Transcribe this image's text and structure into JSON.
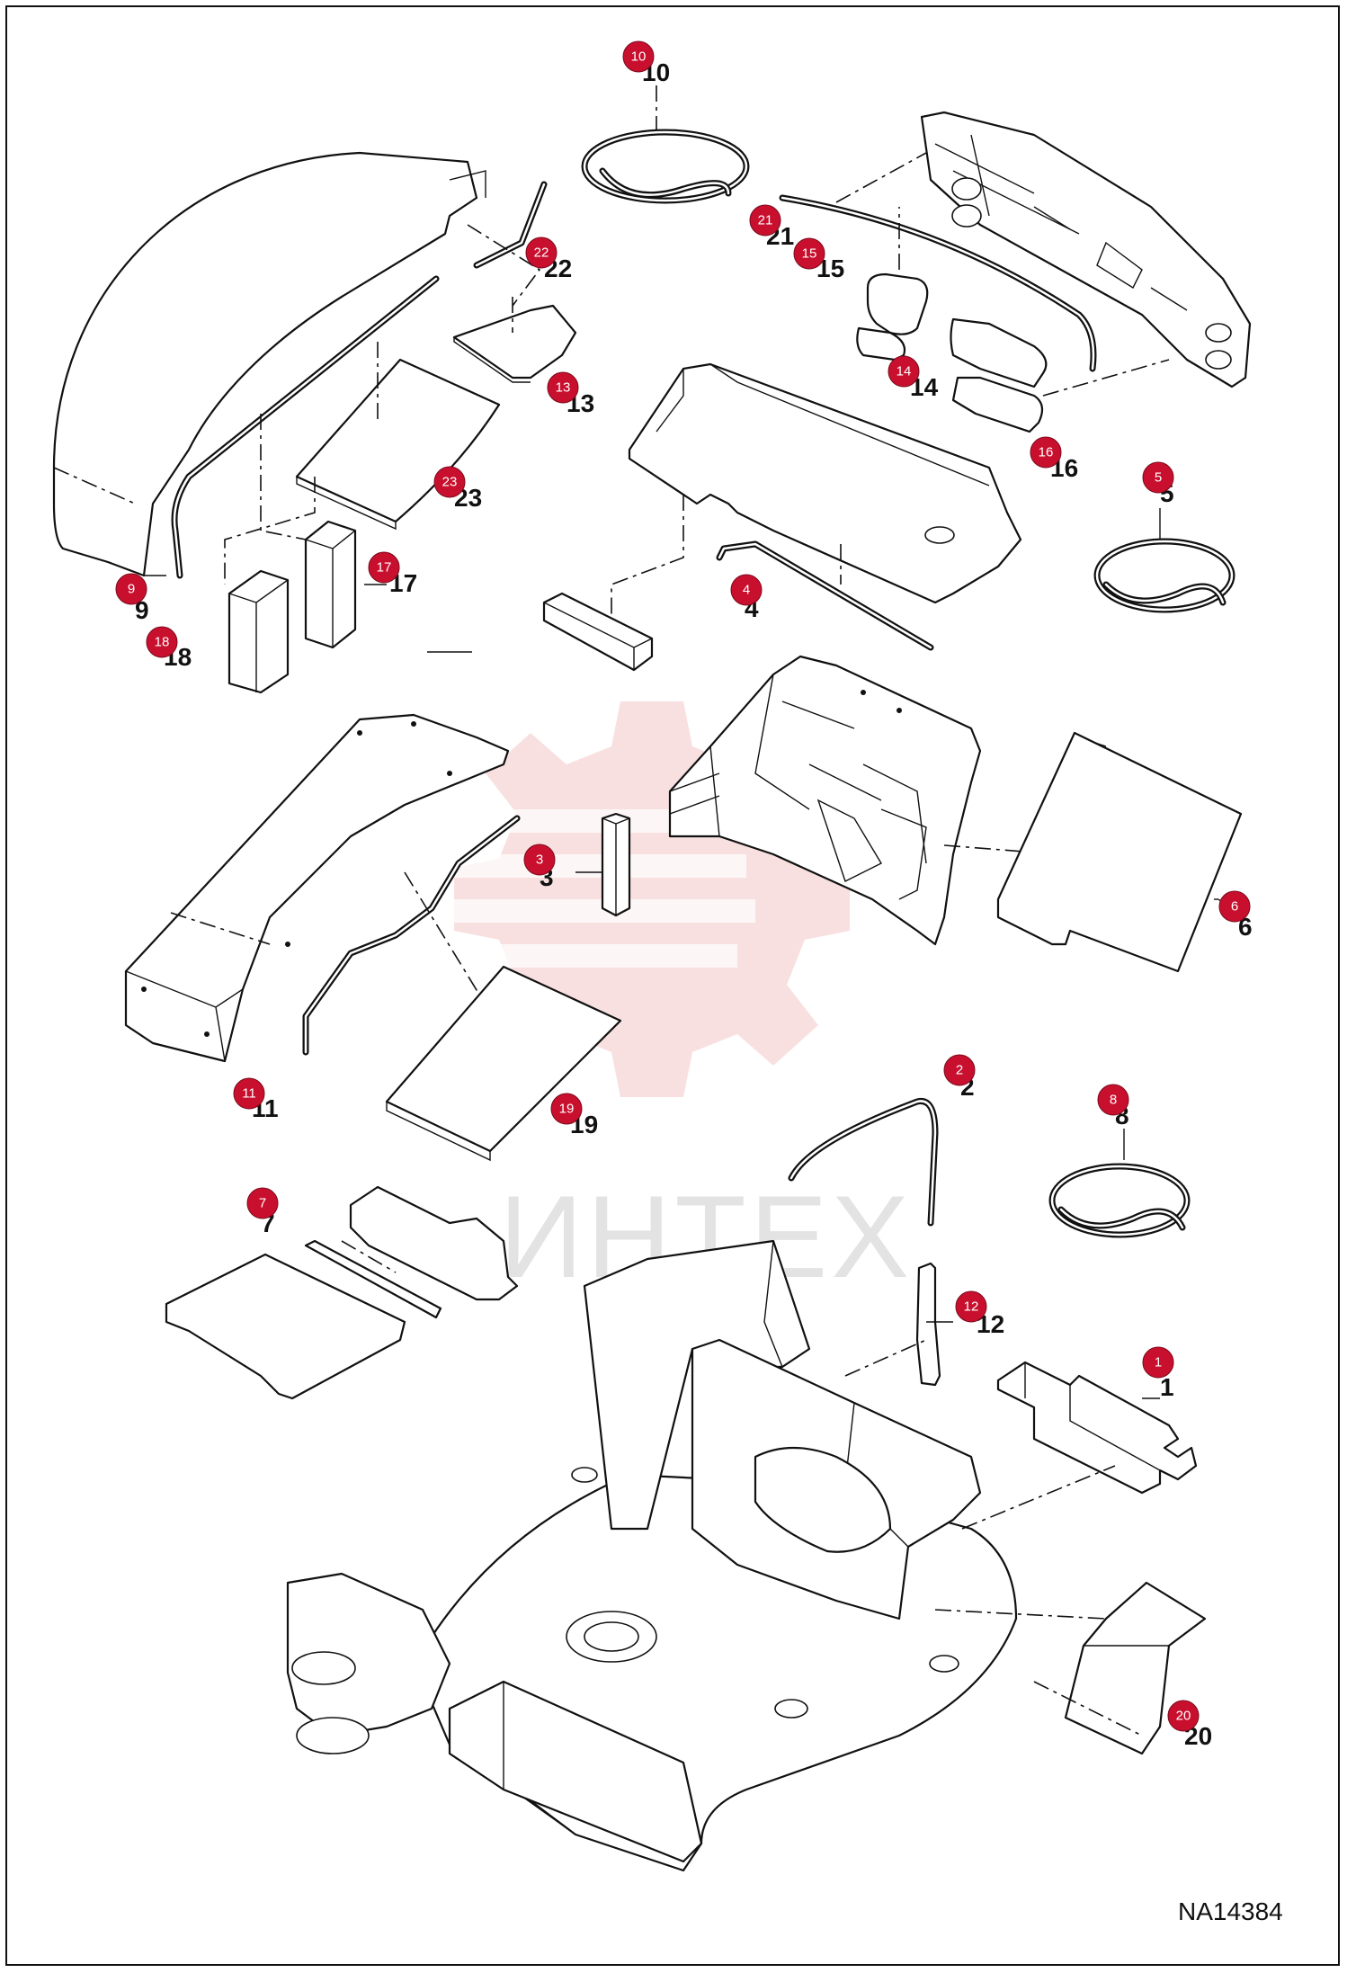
{
  "drawing_ref": "NA14384",
  "watermark": {
    "text": "ИНТЕХ",
    "logo_color": "#e53935"
  },
  "badge_color": "#c8102e",
  "callouts": [
    {
      "n": "1",
      "label": "1"
    },
    {
      "n": "2",
      "label": "2"
    },
    {
      "n": "3",
      "label": "3"
    },
    {
      "n": "4",
      "label": "4"
    },
    {
      "n": "5",
      "label": "5"
    },
    {
      "n": "6",
      "label": "6"
    },
    {
      "n": "7",
      "label": "7"
    },
    {
      "n": "8",
      "label": "8"
    },
    {
      "n": "9",
      "label": "9"
    },
    {
      "n": "10",
      "label": "10"
    },
    {
      "n": "11",
      "label": "11"
    },
    {
      "n": "12",
      "label": "12"
    },
    {
      "n": "13",
      "label": "13"
    },
    {
      "n": "14",
      "label": "14"
    },
    {
      "n": "15",
      "label": "15"
    },
    {
      "n": "16",
      "label": "16"
    },
    {
      "n": "17",
      "label": "17"
    },
    {
      "n": "18",
      "label": "18"
    },
    {
      "n": "19",
      "label": "19"
    },
    {
      "n": "20",
      "label": "20"
    },
    {
      "n": "21",
      "label": "21"
    },
    {
      "n": "22",
      "label": "22"
    },
    {
      "n": "23",
      "label": "23"
    }
  ]
}
